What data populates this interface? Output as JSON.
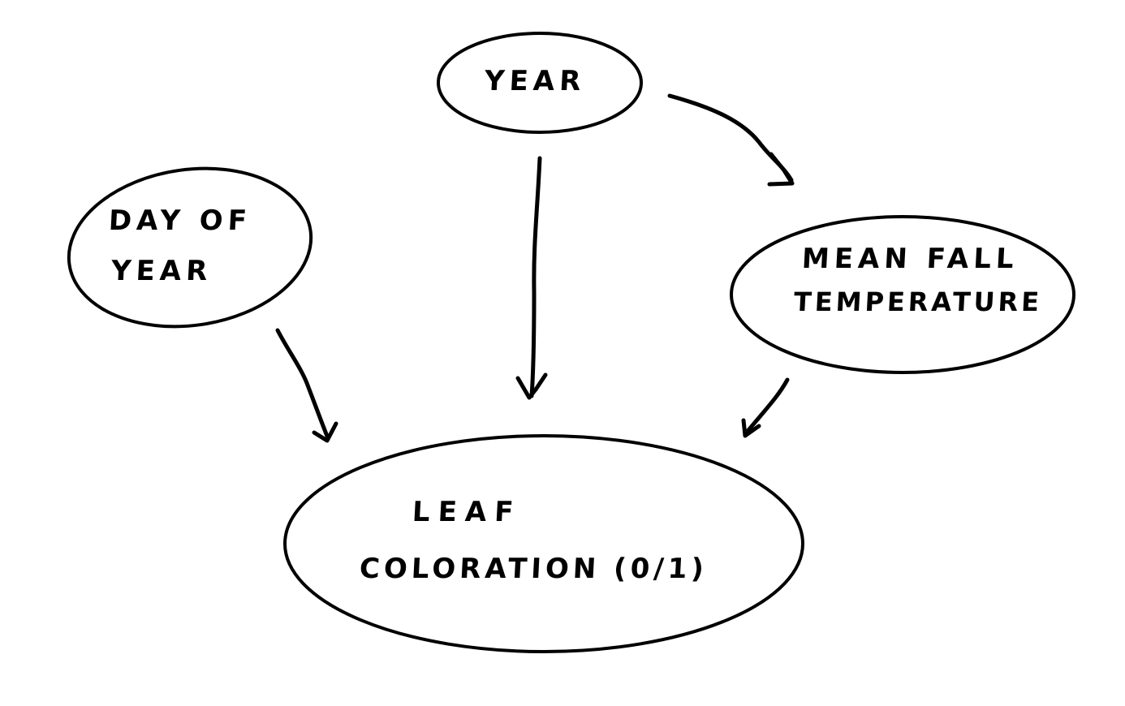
{
  "nodes": {
    "year": {
      "label": "YEAR"
    },
    "day_of_year": {
      "line1": "DAY OF",
      "line2": "YEAR"
    },
    "mean_fall_temperature": {
      "line1": "MEAN FALL",
      "line2": "TEMPERATURE"
    },
    "leaf_coloration": {
      "line1": "LEAF",
      "line2": "COLORATION (0/1)"
    }
  },
  "edges": [
    {
      "from": "year",
      "to": "leaf_coloration"
    },
    {
      "from": "year",
      "to": "mean_fall_temperature"
    },
    {
      "from": "day_of_year",
      "to": "leaf_coloration"
    },
    {
      "from": "mean_fall_temperature",
      "to": "leaf_coloration"
    }
  ],
  "colors": {
    "stroke": "#000000",
    "background": "#ffffff"
  }
}
